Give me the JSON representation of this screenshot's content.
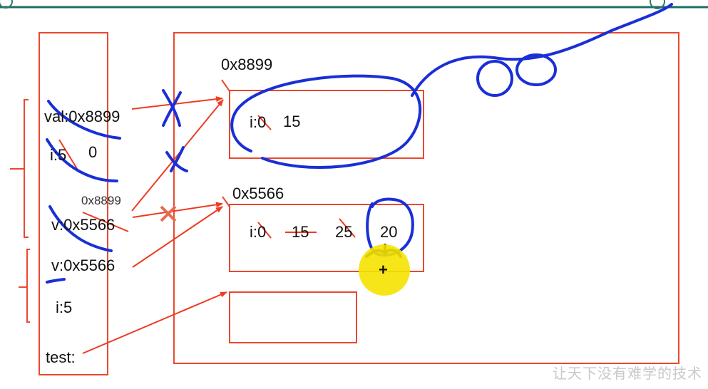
{
  "stack": {
    "val_label": "val:0x8899",
    "i_label": "i:5",
    "i_new_value": "0",
    "v_old_address": "0x8899",
    "v_label": "v:0x5566",
    "v2_label": "v:0x5566",
    "i2_label": "i:5",
    "test_label": "test:"
  },
  "heap": {
    "obj1": {
      "address": "0x8899",
      "field_label": "i:0",
      "field_new_value": "15"
    },
    "obj2": {
      "address": "0x5566",
      "field_label": "i:0",
      "field_value_1": "15",
      "field_value_2": "25",
      "field_value_3": "20"
    }
  },
  "watermark": "让天下没有难学的技术",
  "colors": {
    "frame": "#e8492f",
    "arrow": "#ee3b22",
    "annotation": "#1a2fd6",
    "cursor": "#f5e300",
    "top_bar": "#1e6e63"
  }
}
